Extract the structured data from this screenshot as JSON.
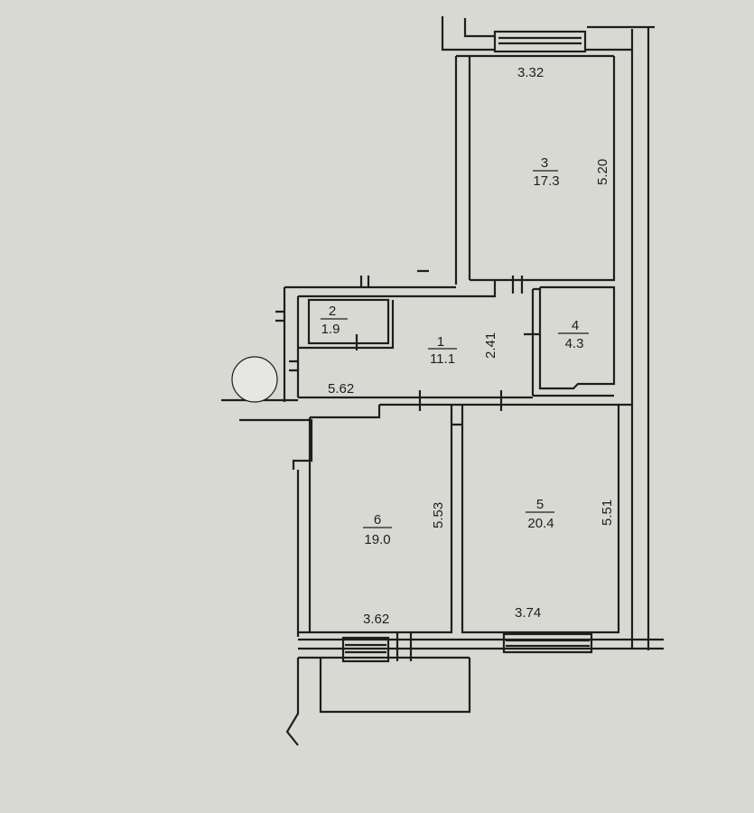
{
  "rooms": [
    {
      "number": "3",
      "area": "17.3"
    },
    {
      "number": "2",
      "area": "1.9"
    },
    {
      "number": "1",
      "area": "11.1"
    },
    {
      "number": "4",
      "area": "4.3"
    },
    {
      "number": "6",
      "area": "19.0"
    },
    {
      "number": "5",
      "area": "20.4"
    }
  ],
  "dimensions": {
    "room3_width": "3.32",
    "room3_length": "5.20",
    "room1_height": "2.41",
    "room1_width": "5.62",
    "room6_length": "5.53",
    "room6_width": "3.62",
    "room5_length": "5.51",
    "room5_width": "3.74"
  },
  "colors": {
    "paper": "#d9d9d4",
    "ink": "#1e1e1e"
  }
}
